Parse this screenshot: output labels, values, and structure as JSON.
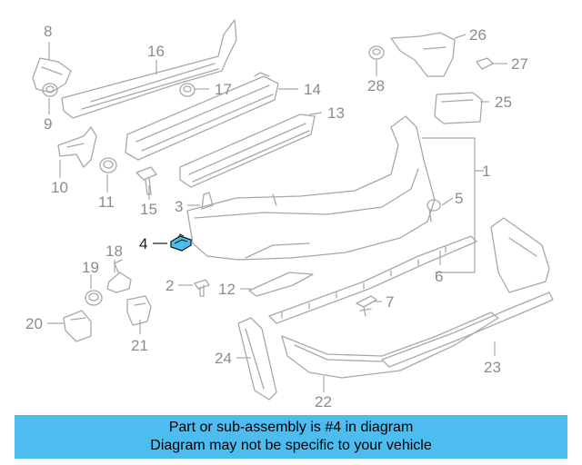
{
  "callouts": {
    "c1": "1",
    "c2": "2",
    "c3": "3",
    "c4": "4",
    "c5": "5",
    "c6": "6",
    "c7": "7",
    "c8": "8",
    "c9": "9",
    "c10": "10",
    "c11": "11",
    "c12": "12",
    "c13": "13",
    "c14": "14",
    "c15": "15",
    "c16": "16",
    "c17": "17",
    "c18": "18",
    "c19": "19",
    "c20": "20",
    "c21": "21",
    "c22": "22",
    "c23": "23",
    "c24": "24",
    "c25": "25",
    "c26": "26",
    "c27": "27",
    "c28": "28"
  },
  "highlight": {
    "part": "4",
    "color": "#4dbdf0"
  },
  "banner": {
    "line1": "Part or sub-assembly is #4 in diagram",
    "line2": "Diagram may not be specific to your vehicle",
    "color": "#4dbdf0"
  }
}
